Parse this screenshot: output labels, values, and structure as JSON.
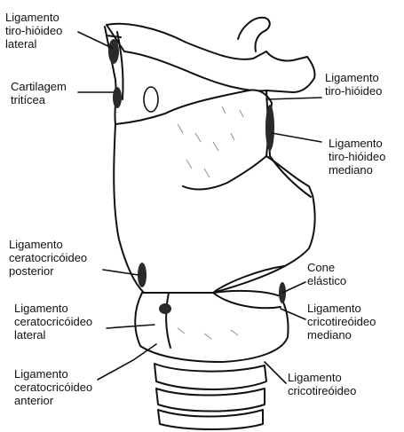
{
  "labels": {
    "lig_tiro_hioideo_lateral": [
      "Ligamento",
      "tiro-hióideo",
      "lateral"
    ],
    "cartilagem_triticea": [
      "Cartilagem",
      "tritícea"
    ],
    "lig_tiro_hioideo": [
      "Ligamento",
      "tiro-hióideo"
    ],
    "lig_tiro_hioideo_mediano": [
      "Ligamento",
      "tiro-hióideo",
      "mediano"
    ],
    "lig_ceratocricoideo_posterior": [
      "Ligamento",
      "ceratocricóideo",
      "posterior"
    ],
    "cone_elastico": [
      "Cone",
      "elástico"
    ],
    "lig_ceratocricoideo_lateral": [
      "Ligamento",
      "ceratocricóideo",
      "lateral"
    ],
    "lig_cricotireoideo_mediano": [
      "Ligamento",
      "cricotireóideo",
      "mediano"
    ],
    "lig_ceratocricoideo_anterior": [
      "Ligamento",
      "ceratocricóideo",
      "anterior"
    ],
    "lig_cricotireoideo": [
      "Ligamento",
      "cricotireóideo"
    ]
  },
  "colors": {
    "ink": "#111111",
    "paper": "#ffffff",
    "shade": "#2a2a2a"
  }
}
